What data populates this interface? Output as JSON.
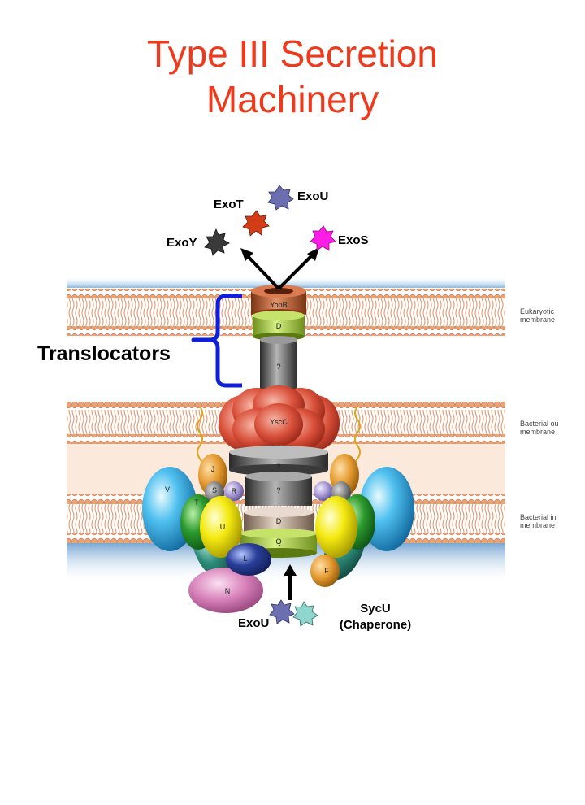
{
  "title": {
    "line1": "Type III Secretion",
    "line2": "Machinery",
    "color": "#ee3a1c"
  },
  "labels": {
    "translocators": "Translocators",
    "exoT": "ExoT",
    "exoU_top": "ExoU",
    "exoY": "ExoY",
    "exoS": "ExoS",
    "exoU_bottom": "ExoU",
    "sycU_line1": "SycU",
    "sycU_line2": "(Chaperone)"
  },
  "membranes": {
    "eukaryotic": [
      "Eukaryotic",
      "membrane"
    ],
    "bacterial_outer": [
      "Bacterial ou",
      "membrane"
    ],
    "bacterial_inner": [
      "Bacterial in",
      "membrane"
    ]
  },
  "components": {
    "yopB": "YopB",
    "d_top": "D",
    "q_stalk": "?",
    "yscC": "YscC",
    "q1": "?",
    "q2": "?",
    "d_bottom": "D",
    "q": "Q",
    "v": "V",
    "j_left": "J",
    "s": "S",
    "r": "R",
    "t": "T",
    "u": "U",
    "l": "L",
    "n": "N",
    "f": "F"
  },
  "colors": {
    "exoT": "#d23c16",
    "exoU": "#6b6fb0",
    "exoY": "#3a3a3a",
    "exoS": "#ff1ce6",
    "sycU": "#8fd6cf",
    "bracket": "#1020d8",
    "lipid": "#e2a27a"
  }
}
